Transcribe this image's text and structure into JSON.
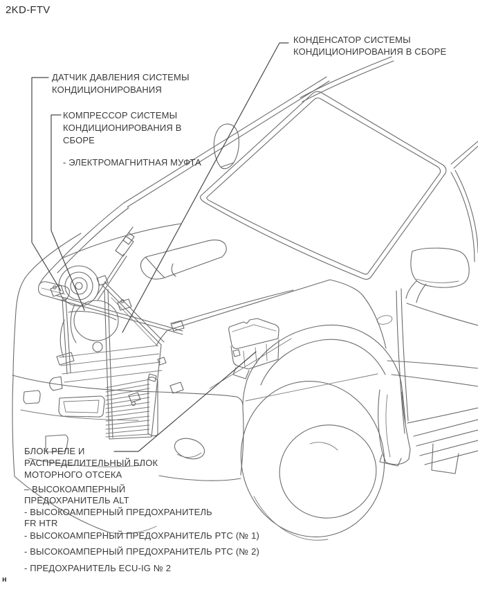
{
  "page": {
    "engine_code": "2KD-FTV",
    "footer_mark": "н"
  },
  "colors": {
    "background": "#ffffff",
    "line_art": "#6a6a6a",
    "leader_line": "#474747",
    "text": "#3a3a3a"
  },
  "labels": {
    "pressure_sensor": {
      "line1": "ДАТЧИК ДАВЛЕНИЯ СИСТЕМЫ",
      "line2": "КОНДИЦИОНИРОВАНИЯ"
    },
    "compressor": {
      "line1": "КОМПРЕССОР СИСТЕМЫ",
      "line2": "КОНДИЦИОНИРОВАНИЯ В",
      "line3": "СБОРЕ"
    },
    "magnetic_clutch": {
      "line1": "- ЭЛЕКТРОМАГНИТНАЯ МУФТА"
    },
    "condenser": {
      "line1": "КОНДЕНСАТОР СИСТЕМЫ",
      "line2": "КОНДИЦИОНИРОВАНИЯ В СБОРЕ"
    },
    "relay_block": {
      "line1": "БЛОК РЕЛЕ И",
      "line2": "РАСПРЕДЕЛИТЕЛЬНЫЙ БЛОК",
      "line3": "МОТОРНОГО ОТСЕКА"
    },
    "fuse_alt": {
      "line1": "– ВЫСОКОАМПЕРНЫЙ",
      "line2": "ПРЕДОХРАНИТЕЛЬ ALT"
    },
    "fuse_fr_htr": {
      "line1": "- ВЫСОКОАМПЕРНЫЙ ПРЕДОХРАНИТЕЛЬ",
      "line2": "FR HTR"
    },
    "fuse_ptc1": {
      "line1": "- ВЫСОКОАМПЕРНЫЙ ПРЕДОХРАНИТЕЛЬ PTC (№ 1)"
    },
    "fuse_ptc2": {
      "line1": "- ВЫСОКОАМПЕРНЫЙ ПРЕДОХРАНИТЕЛЬ PTC (№ 2)"
    },
    "fuse_ecu_ig": {
      "line1": "- ПРЕДОХРАНИТЕЛЬ ECU-IG № 2"
    }
  }
}
